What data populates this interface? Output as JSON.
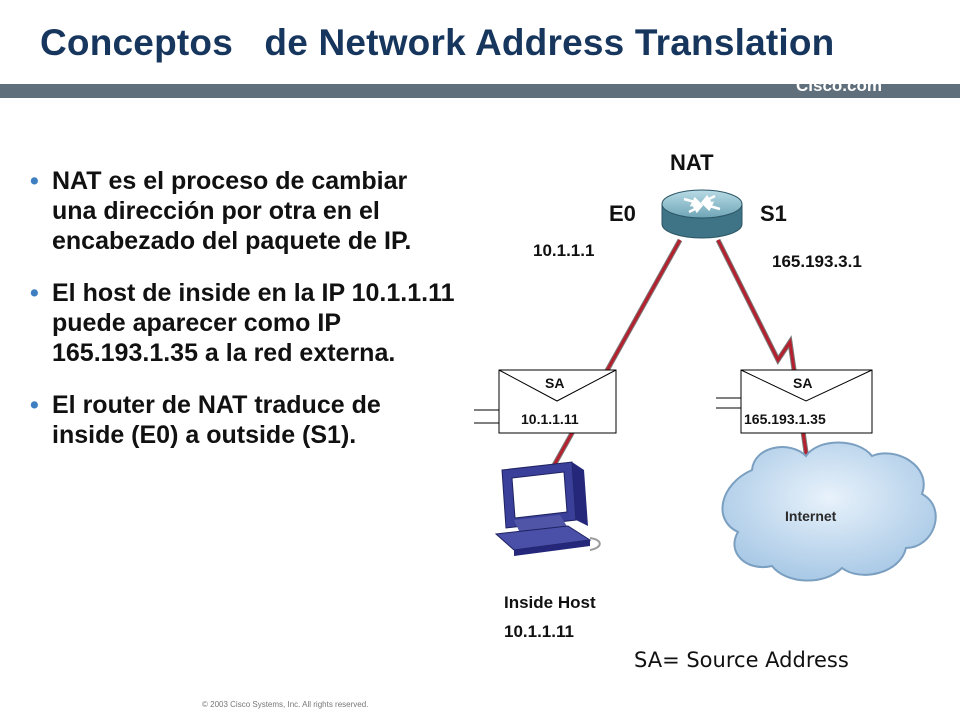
{
  "header": {
    "title": "Conceptos   de Network Address Translation",
    "brand": "Cisco.com"
  },
  "bullets": [
    {
      "text": "NAT es el proceso de cambiar una dirección por otra en el encabezado del paquete de IP."
    },
    {
      "text": "El host de inside en la IP 10.1.1.11 puede aparecer como IP 165.193.1.35 a la red externa."
    },
    {
      "text": "El router de NAT traduce de inside (E0) a outside (S1)."
    }
  ],
  "diagram": {
    "router_label": "NAT",
    "inside_interface": "E0",
    "outside_interface": "S1",
    "inside_ip": "10.1.1.1",
    "outside_ip": "165.193.3.1",
    "packet_inside": {
      "field": "SA",
      "address": "10.1.1.11"
    },
    "packet_outside": {
      "field": "SA",
      "address": "165.193.1.35"
    },
    "cloud_label": "Internet",
    "host_label": "Inside Host",
    "host_ip": "10.1.1.11",
    "legend": "SA= Source Address",
    "colors": {
      "link": "#b5202e",
      "title": "#17365d",
      "bar": "#5f6f7c",
      "cloud": "#b8d4ec",
      "router": "#4f8798"
    },
    "icons": [
      "router-icon",
      "pc-icon",
      "cloud-icon",
      "packet-envelope-icon"
    ]
  },
  "footer": "© 2003 Cisco Systems, Inc. All rights reserved."
}
